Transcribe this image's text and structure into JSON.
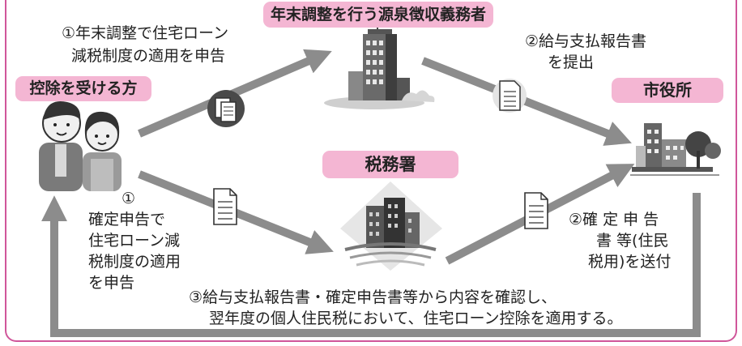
{
  "labels": {
    "employer": "年末調整を行う源泉徴収義務者",
    "person": "控除を受ける方",
    "city_hall": "市役所",
    "tax_office": "税務署"
  },
  "steps": {
    "s1_top": [
      "①年末調整で住宅ローン",
      "減税制度の適用を申告"
    ],
    "s2_top": [
      "②給与支払報告書",
      "を提出"
    ],
    "s1_bottom": [
      "①",
      "確定申告で",
      "住宅ローン減",
      "税制度の適用",
      "を申告"
    ],
    "s2_bottom": [
      "②確 定 申 告",
      "書 等(住民",
      "税用)を送付"
    ],
    "s3": [
      "③給与支払報告書・確定申告書等から内容を確認し、",
      "翌年度の個人住民税において、住宅ローン控除を適用する。"
    ]
  },
  "colors": {
    "frame": "#d0569a",
    "label_bg": "#f4b6d3",
    "arrow": "#8c8c8c"
  }
}
